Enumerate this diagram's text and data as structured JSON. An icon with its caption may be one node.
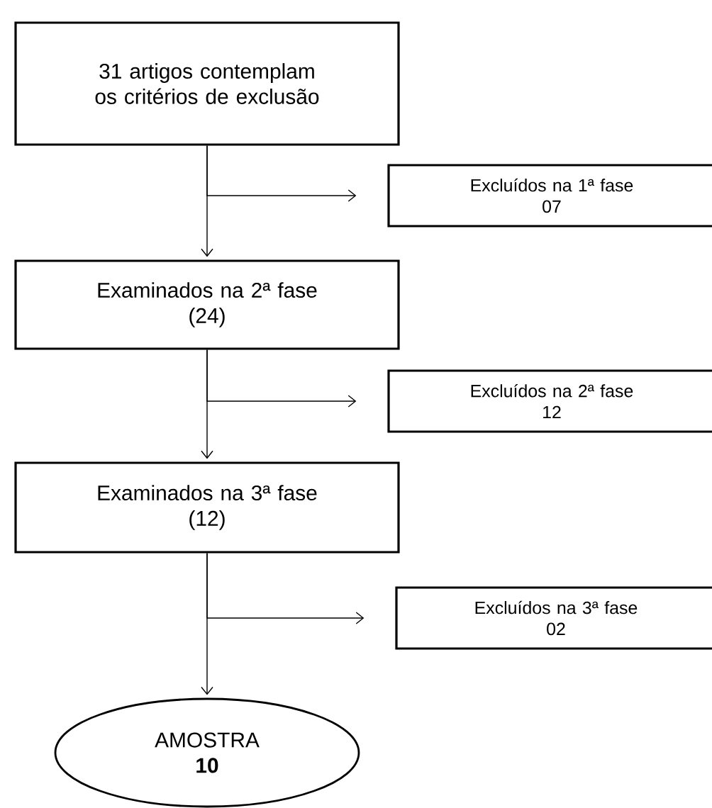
{
  "diagram": {
    "nodes": [
      {
        "text": [
          "31 artigos contemplam os critérios de exclusão"
        ]
      },
      {
        "text": [
          "Excluídos na 1ª fase",
          "07"
        ]
      },
      {
        "text": [
          "Examinados na 2ª fase",
          "(24)"
        ]
      },
      {
        "text": [
          "Excluídos na 2ª fase",
          "12"
        ]
      },
      {
        "text": [
          "Examinados na 3ª fase",
          "(12)"
        ]
      },
      {
        "text": [
          "Excluídos na 3ª fase",
          "02"
        ]
      },
      {
        "text": [
          "AMOSTRA",
          "10"
        ]
      }
    ],
    "edges": [
      {
        "from": 0,
        "to": 2,
        "arrow": "to"
      },
      {
        "from": 0,
        "to": 1,
        "arrow": "to"
      },
      {
        "from": 2,
        "to": 4,
        "arrow": "to"
      },
      {
        "from": 2,
        "to": 3,
        "arrow": "to"
      },
      {
        "from": 4,
        "to": 6,
        "arrow": "to"
      },
      {
        "from": 4,
        "to": 5,
        "arrow": "to"
      }
    ]
  }
}
